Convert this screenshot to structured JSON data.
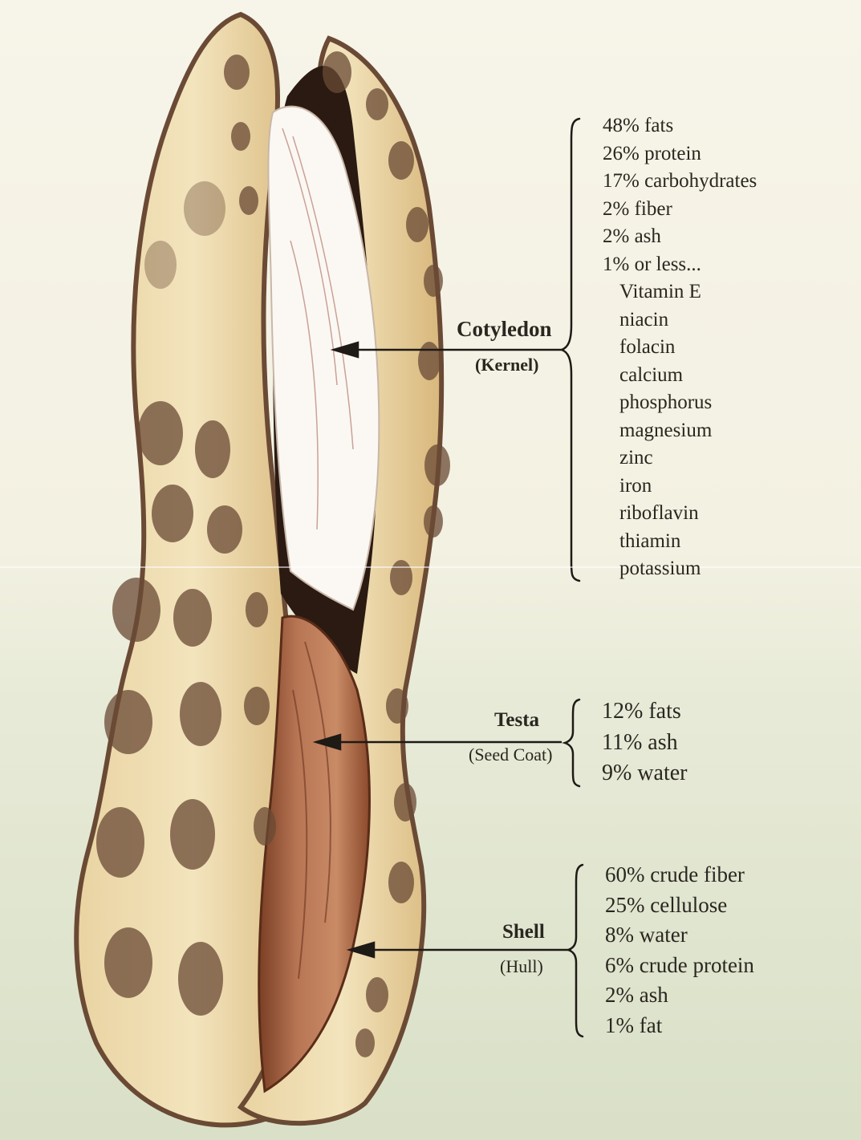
{
  "parts": [
    {
      "id": "cotyledon",
      "name": "Cotyledon",
      "alt_name": "(Kernel)",
      "composition": [
        "48% fats",
        "26% protein",
        "17% carbohydrates",
        "2% fiber",
        "2% ash",
        "1% or less..."
      ],
      "trace_nutrients": [
        "Vitamin E",
        "niacin",
        "folacin",
        "calcium",
        "phosphorus",
        "magnesium",
        "zinc",
        "iron",
        "riboflavin",
        "thiamin",
        "potassium"
      ]
    },
    {
      "id": "testa",
      "name": "Testa",
      "alt_name": "(Seed Coat)",
      "composition": [
        "12% fats",
        "11% ash",
        "9% water"
      ]
    },
    {
      "id": "shell",
      "name": "Shell",
      "alt_name": "(Hull)",
      "composition": [
        "60% crude fiber",
        "25% cellulose",
        "8% water",
        "6% crude protein",
        "2% ash",
        "1% fat"
      ]
    }
  ],
  "colors": {
    "background_top": "#f7f4e9",
    "background_bottom": "#d9e0c7",
    "shell_tan": "#dcbf83",
    "shell_spot": "#6a4a35",
    "kernel": "#fbf8f3",
    "testa": "#b06b46",
    "text": "#2a2620"
  }
}
